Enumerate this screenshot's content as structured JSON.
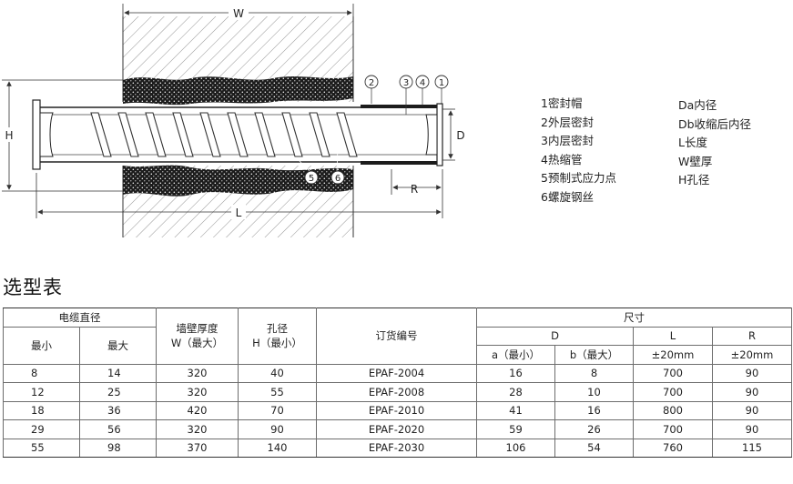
{
  "diagram": {
    "dim_labels": {
      "W": "W",
      "H": "H",
      "D": "D",
      "R": "R",
      "L": "L"
    },
    "callouts": [
      "2",
      "3",
      "4",
      "1",
      "5",
      "6"
    ]
  },
  "legend_left": [
    "1密封帽",
    "2外层密封",
    "3内层密封",
    "4热缩管",
    "5预制式应力点",
    "6螺旋钢丝"
  ],
  "legend_right": [
    "Da内径",
    "Db收缩后内径",
    "L长度",
    "W壁厚",
    "H孔径"
  ],
  "section_title": "选型表",
  "table": {
    "headers": {
      "cable_diameter": "电缆直径",
      "min": "最小",
      "max": "最大",
      "wall_thickness": "墙壁厚度\nW（最大）",
      "hole_diameter": "孔径\nH（最小）",
      "order_number": "订货编号",
      "dimensions": "尺寸",
      "D": "D",
      "L": "L",
      "R": "R",
      "a_min": "a（最小）",
      "b_max": "b（最大）",
      "tol_L": "±20mm",
      "tol_R": "±20mm"
    },
    "rows": [
      [
        "8",
        "14",
        "320",
        "40",
        "EPAF-2004",
        "16",
        "8",
        "700",
        "90"
      ],
      [
        "12",
        "25",
        "320",
        "55",
        "EPAF-2008",
        "28",
        "10",
        "700",
        "90"
      ],
      [
        "18",
        "36",
        "420",
        "70",
        "EPAF-2010",
        "41",
        "16",
        "800",
        "90"
      ],
      [
        "29",
        "56",
        "320",
        "90",
        "EPAF-2020",
        "59",
        "26",
        "700",
        "90"
      ],
      [
        "55",
        "98",
        "370",
        "140",
        "EPAF-2030",
        "106",
        "54",
        "760",
        "115"
      ]
    ]
  }
}
